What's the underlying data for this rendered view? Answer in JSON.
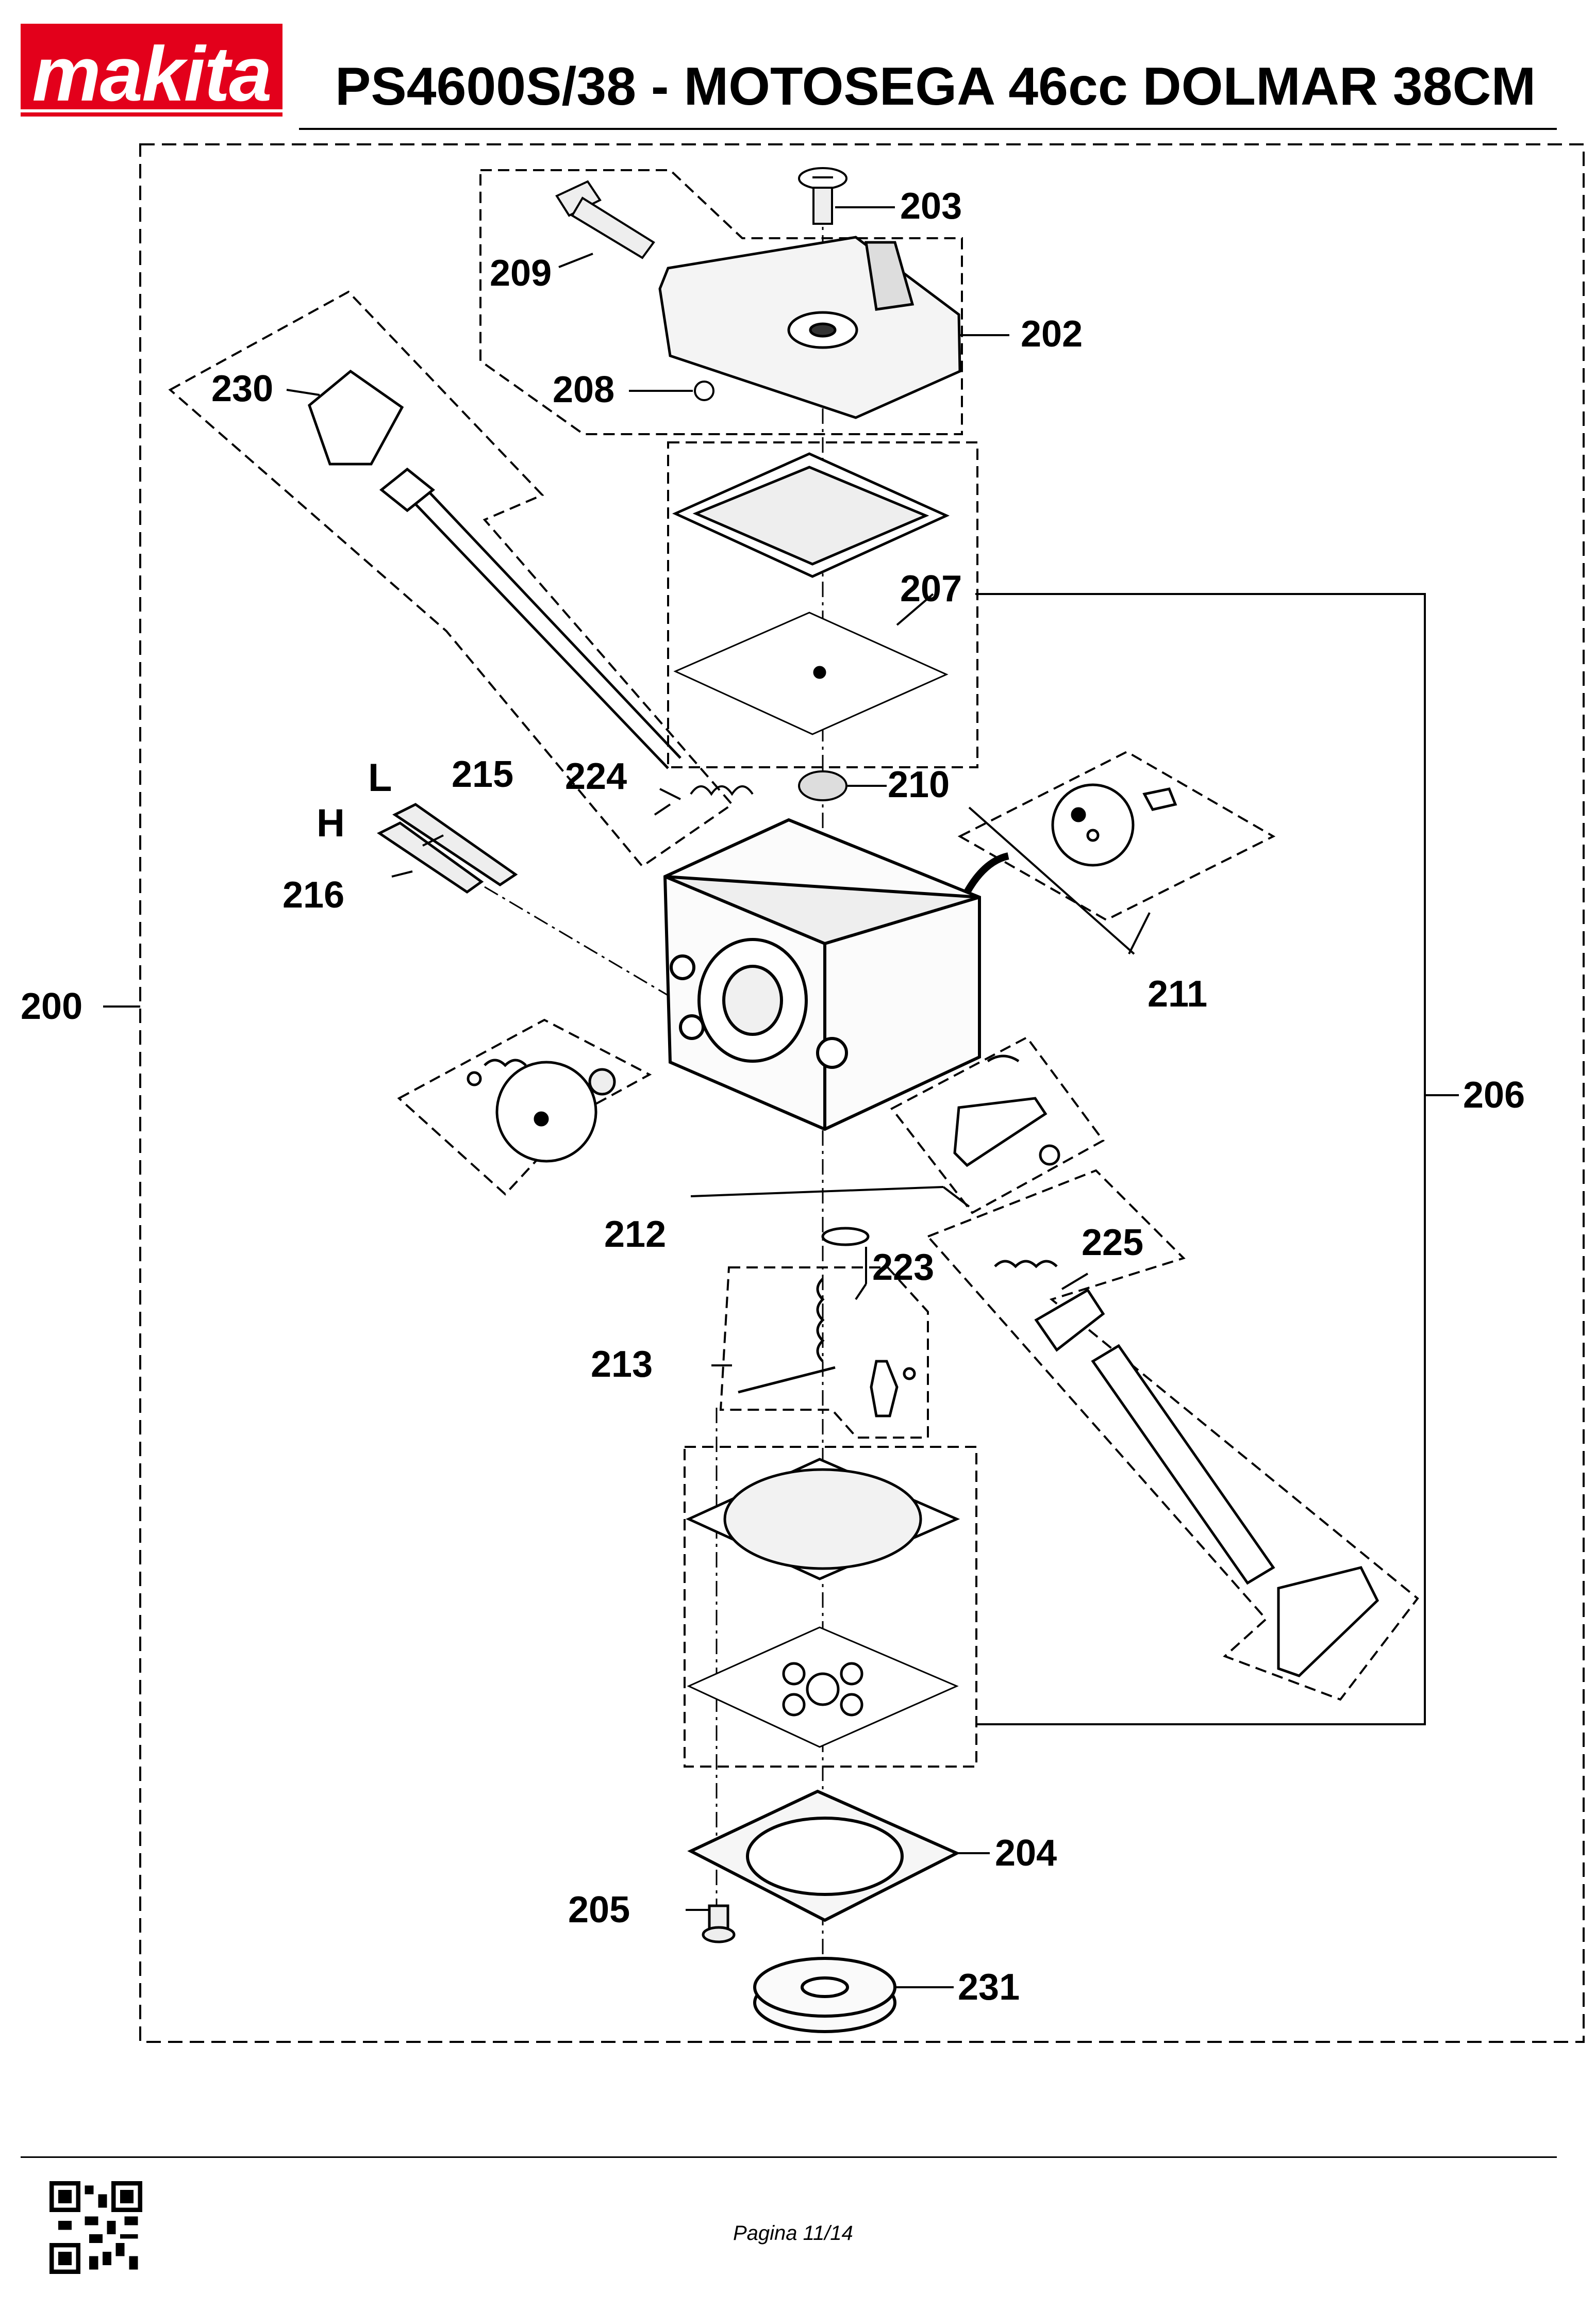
{
  "header": {
    "brand": "makita",
    "title": "PS4600S/38 - MOTOSEGA 46cc DOLMAR 38CM"
  },
  "diagram": {
    "callouts": {
      "c200": "200",
      "c202": "202",
      "c203": "203",
      "c204": "204",
      "c205": "205",
      "c206": "206",
      "c207": "207",
      "c208": "208",
      "c209": "209",
      "c210": "210",
      "c211": "211",
      "c212": "212",
      "c213": "213",
      "c215": "215",
      "c216": "216",
      "c223": "223",
      "c224": "224",
      "c225": "225",
      "c230": "230",
      "c231": "231"
    },
    "letters": {
      "L": "L",
      "H": "H"
    }
  },
  "footer": {
    "page": "Pagina 11/14"
  },
  "colors": {
    "brand_red": "#e3001b"
  }
}
